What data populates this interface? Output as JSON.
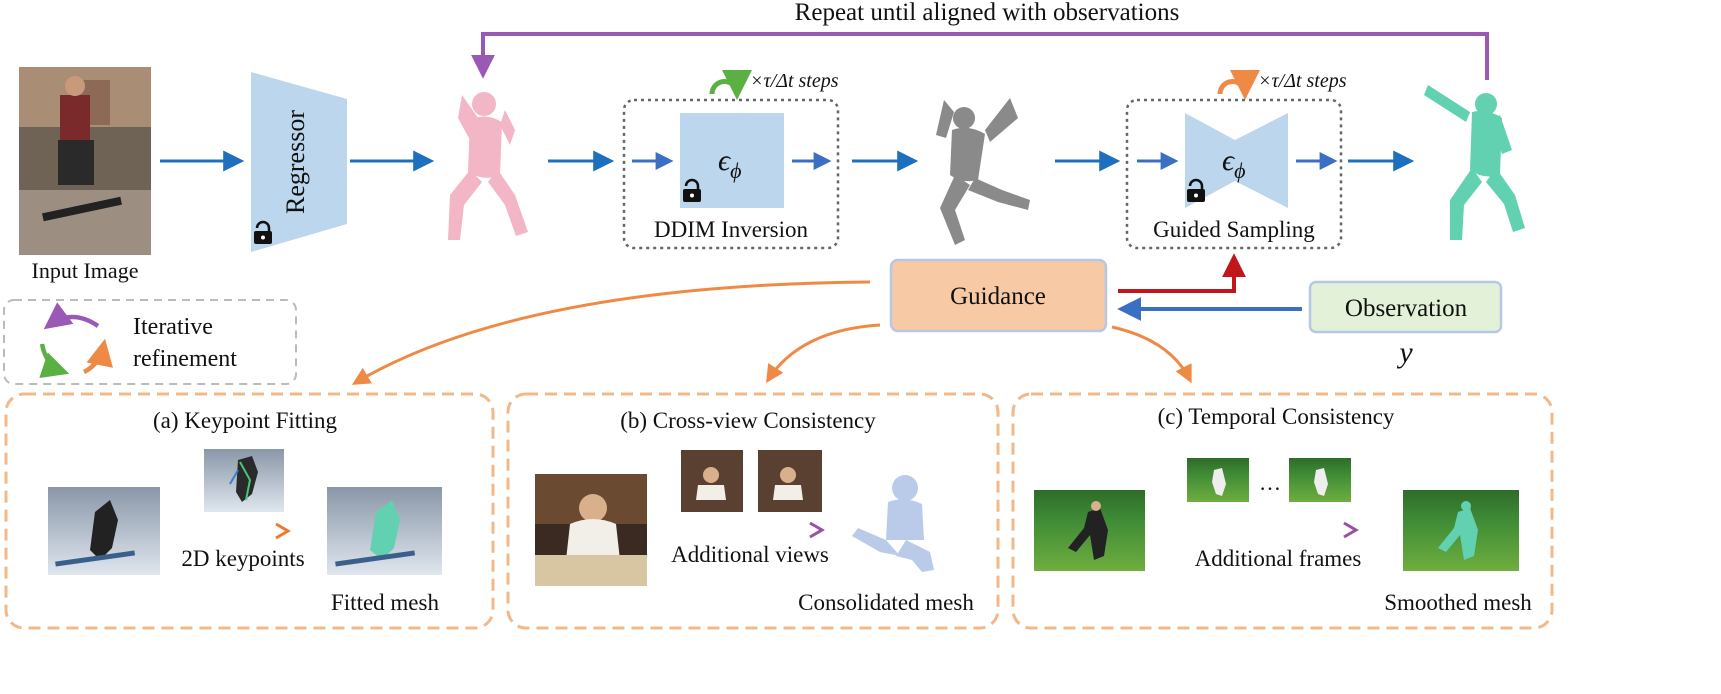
{
  "header": {
    "loop_caption": "Repeat until aligned with observations"
  },
  "input": {
    "caption": "Input Image"
  },
  "regressor": {
    "label": "Regressor"
  },
  "ddim": {
    "label": "DDIM Inversion",
    "symbol": "ϵ",
    "subscript": "ϕ",
    "steps": "×τ/Δt steps"
  },
  "sampling": {
    "label": "Guided Sampling",
    "symbol": "ϵ",
    "subscript": "ϕ",
    "steps": "×τ/Δt steps"
  },
  "guidance": {
    "label": "Guidance"
  },
  "observation": {
    "label": "Observation",
    "variable": "y"
  },
  "legend": {
    "line1": "Iterative",
    "line2": "refinement"
  },
  "panels": {
    "a": {
      "title": "(a) Keypoint Fitting",
      "arrow_label": "2D keypoints",
      "result": "Fitted mesh"
    },
    "b": {
      "title": "(b) Cross-view Consistency",
      "arrow_label": "Additional views",
      "result": "Consolidated mesh"
    },
    "c": {
      "title": "(c) Temporal Consistency",
      "ellipsis": "…",
      "arrow_label": "Additional frames",
      "result": "Smoothed mesh"
    }
  },
  "colors": {
    "flow_blue": "#1f6fbf",
    "loop_purple": "#9b59b6",
    "guidance_fill": "#f7c9a4",
    "observation_fill": "#e3f1d8",
    "regressor_fill": "#bcd6ee",
    "orange": "#ee8a45",
    "red": "#c0161c",
    "mesh_pink": "#f2b6c6",
    "mesh_gray": "#8a8a8a",
    "mesh_teal": "#62d1b1",
    "mesh_blue": "#b9cbe9"
  }
}
